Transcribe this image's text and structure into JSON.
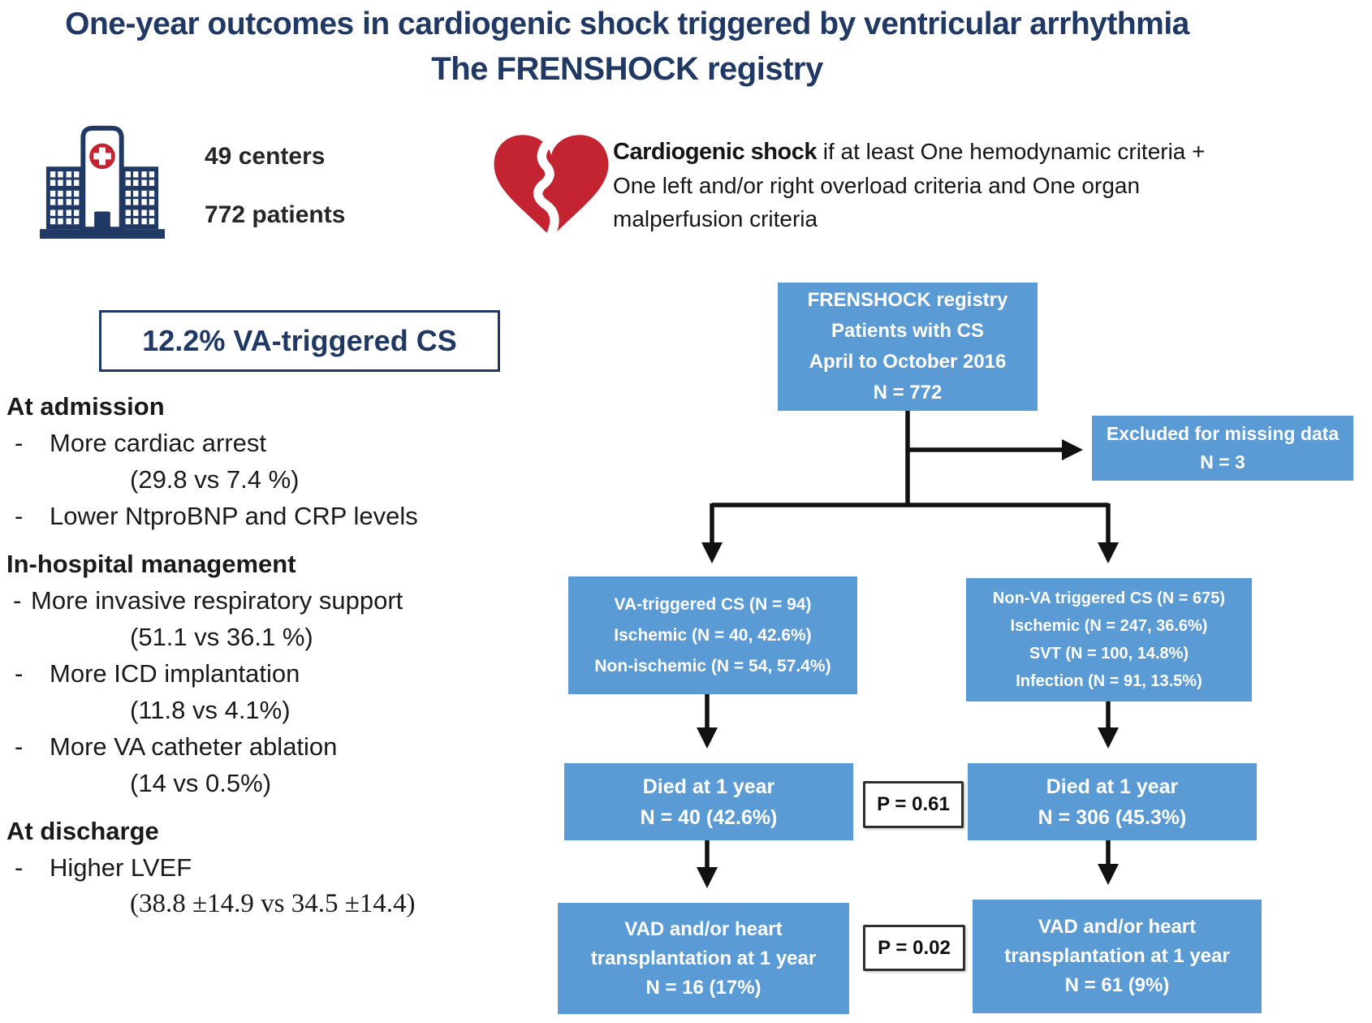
{
  "title": {
    "line1": "One-year outcomes in cardiogenic shock triggered by ventricular arrhythmia",
    "line2": "The FRENSHOCK registry"
  },
  "stats": {
    "centers": "49 centers",
    "patients": "772 patients"
  },
  "criteria": {
    "bold": "Cardiogenic shock",
    "line1_rest": " if at least One hemodynamic criteria +",
    "line2": "One left and/or right overload criteria and One organ",
    "line3": "malperfusion criteria"
  },
  "highlight_box": "12.2% VA-triggered CS",
  "findings": [
    {
      "type": "heading",
      "text": "At admission"
    },
    {
      "type": "bullet",
      "dash": "-",
      "text": "More cardiac arrest"
    },
    {
      "type": "value",
      "text": "(29.8 vs 7.4 %)"
    },
    {
      "type": "bullet",
      "dash": "-",
      "text": "Lower NtproBNP and CRP levels"
    },
    {
      "type": "heading",
      "text": "In-hospital management"
    },
    {
      "type": "bullet",
      "dash": "-",
      "text": "More invasive respiratory support"
    },
    {
      "type": "value",
      "text": "(51.1 vs 36.1 %)"
    },
    {
      "type": "bullet",
      "dash": "-",
      "text": "More ICD implantation"
    },
    {
      "type": "value",
      "text": "(11.8 vs 4.1%)"
    },
    {
      "type": "bullet",
      "dash": "-",
      "text": "More VA catheter ablation"
    },
    {
      "type": "value",
      "text": "(14 vs 0.5%)"
    },
    {
      "type": "heading",
      "text": "At discharge"
    },
    {
      "type": "bullet",
      "dash": "-",
      "text": "Higher LVEF"
    },
    {
      "type": "value",
      "text": "(38.8 ±14.9 vs 34.5 ±14.4)"
    }
  ],
  "flowchart": {
    "registry_box": {
      "lines": [
        "FRENSHOCK registry",
        "Patients with CS",
        "April to October 2016",
        "N = 772"
      ]
    },
    "excluded_box": {
      "lines": [
        "Excluded for missing data",
        "N = 3"
      ]
    },
    "va_box": {
      "title": "VA-triggered CS (N = 94)",
      "lines": [
        "Ischemic (N = 40, 42.6%)",
        "Non-ischemic (N = 54, 57.4%)"
      ]
    },
    "nonva_box": {
      "title": "Non-VA triggered CS (N = 675)",
      "lines": [
        "Ischemic (N = 247, 36.6%)",
        "SVT (N = 100, 14.8%)",
        "Infection (N = 91, 13.5%)"
      ]
    },
    "died_va_box": {
      "lines": [
        "Died at 1 year",
        "N = 40 (42.6%)"
      ]
    },
    "died_nonva_box": {
      "lines": [
        "Died at 1 year",
        "N = 306 (45.3%)"
      ]
    },
    "p_died": "P = 0.61",
    "vad_va_box": {
      "lines": [
        "VAD and/or heart",
        "transplantation at 1 year",
        "N = 16 (17%)"
      ]
    },
    "vad_nonva_box": {
      "lines": [
        "VAD and/or heart",
        "transplantation at 1 year",
        "N = 61 (9%)"
      ]
    },
    "p_vad": "P = 0.02"
  },
  "colors": {
    "navy": "#1f3864",
    "box_blue": "#5b9bd5",
    "red": "#c42331",
    "text": "#1a1a1a",
    "connector": "#111111"
  }
}
